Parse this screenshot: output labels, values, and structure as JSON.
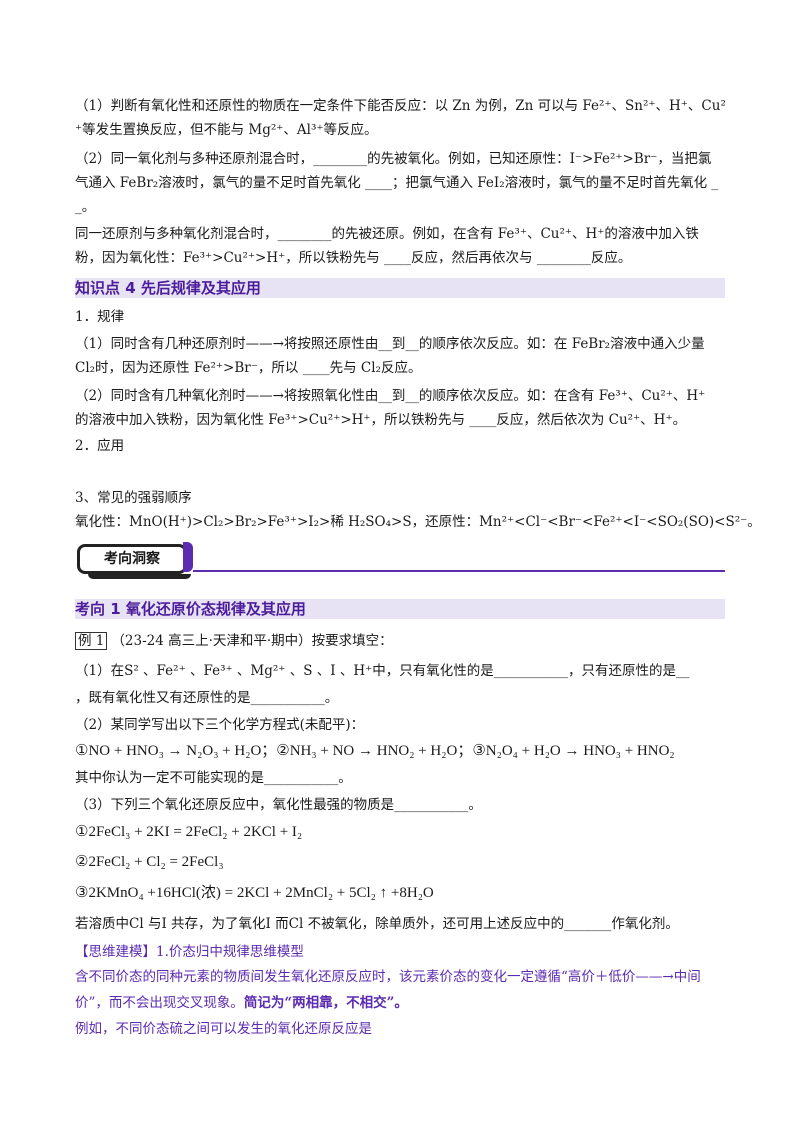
{
  "p1": {
    "l1": "（1）判断有氧化性和还原性的物质在一定条件下能否反应：以 Zn 为例，Zn 可以与 Fe²⁺、Sn²⁺、H⁺、Cu²",
    "l2": "⁺等发生置换反应，但不能与 Mg²⁺、Al³⁺等反应。"
  },
  "p2": {
    "l1": "（2）同一氧化剂与多种还原剂混合时，________的先被氧化。例如，已知还原性：I⁻>Fe²⁺>Br⁻，当把氯",
    "l2": "气通入 FeBr₂溶液时，氯气的量不足时首先氧化 ____；把氯气通入 FeI₂溶液时，氯气的量不足时首先氧化 _",
    "l3": "_。"
  },
  "p3": {
    "l1": "同一还原剂与多种氧化剂混合时，________的先被还原。例如，在含有 Fe³⁺、Cu²⁺、H⁺的溶液中加入铁",
    "l2": "粉，因为氧化性：Fe³⁺>Cu²⁺>H⁺，所以铁粉先与 ____反应，然后再依次与 ________反应。"
  },
  "kp4": {
    "title": "知识点 4  先后规律及其应用",
    "rule": "1．规律",
    "r1_l1": "（1）同时含有几种还原剂时——→将按照还原性由__到__的顺序依次反应。如：在 FeBr₂溶液中通入少量",
    "r1_l2": "Cl₂时，因为还原性 Fe²⁺>Br⁻，所以 ____先与 Cl₂反应。",
    "r2_l1": "（2）同时含有几种氧化剂时——→将按照氧化性由__到__的顺序依次反应。如：在含有 Fe³⁺、Cu²⁺、H⁺",
    "r2_l2": "的溶液中加入铁粉，因为氧化性 Fe³⁺>Cu²⁺>H⁺，所以铁粉先与 ____反应，然后依次为 Cu²⁺、H⁺。",
    "app": "2．应用",
    "order_title": "3、常见的强弱顺序",
    "order": "氧化性：MnO(H⁺)>Cl₂>Br₂>Fe³⁺>I₂>稀 H₂SO₄>S，还原性：Mn²⁺<Cl⁻<Br⁻<Fe²⁺<I⁻<SO₂(SO)<S²⁻。"
  },
  "banner": {
    "label": "考向洞察"
  },
  "dir1": {
    "title": "考向 1  氧化还原价态规律及其应用"
  },
  "ex1": {
    "label": "例 1",
    "source": "（23-24 高三上·天津和平·期中）按要求填空：",
    "q1_l1": "（1）在S²  、Fe²⁺ 、Fe³⁺ 、Mg²⁺ 、S 、I  、H⁺中，只有氧化性的是___________，只有还原性的是__",
    "q1_l2": "，既有氧化性又有还原性的是___________。",
    "q2": "（2）某同学写出以下三个化学方程式(未配平)：",
    "q2_eq": "①NO + HNO₃ → N₂O₃ + H₂O；②NH₃ + NO → HNO₂ + H₂O；③N₂O₄ + H₂O → HNO₃ + HNO₂",
    "q2_ask": "其中你认为一定不可能实现的是___________。",
    "q3": "（3）下列三个氧化还原反应中，氧化性最强的物质是___________。",
    "eq1": "①2FeCl₃ + 2KI = 2FeCl₂ + 2KCl + I₂",
    "eq2": "②2FeCl₂ + Cl₂ = 2FeCl₃",
    "eq3": "③2KMnO₄ +16HCl(浓) = 2KCl + 2MnCl₂ + 5Cl₂ ↑ +8H₂O",
    "q3_ask": "若溶质中Cl  与I  共存，为了氧化I  而Cl  不被氧化，除单质外，还可用上述反应中的_______作氧化剂。"
  },
  "model": {
    "tag": "【思维建模】",
    "title": "1.价态归中规律思维模型",
    "l1": "含不同价态的同种元素的物质间发生氧化还原反应时，该元素价态的变化一定遵循“高价＋低价——→中间",
    "l2_a": "价”，而不会出现交叉现象。",
    "l2_b": "简记为“两相靠，不相交”。",
    "l3": "例如，不同价态硫之间可以发生的氧化还原反应是"
  }
}
